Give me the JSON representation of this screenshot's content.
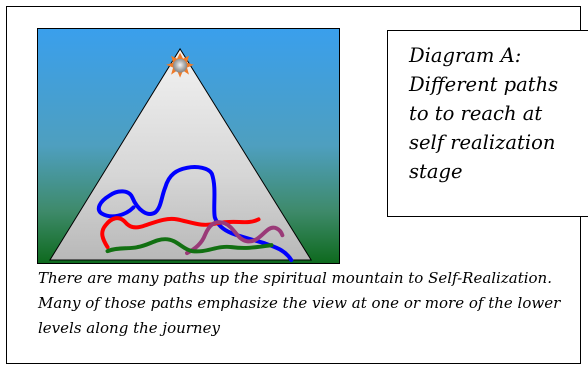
{
  "diagram": {
    "caption": "Diagram A: Different paths to to reach at self realization stage",
    "description": "There are many paths up the spiritual mountain to Self-Realization. Many of those paths emphasize the view at one or more of the lower levels along the journey",
    "colors": {
      "sky_top": "#3aa0ea",
      "sky_middle": "#4fa0b8",
      "ground_bottom": "#0f6a20",
      "mountain_fill": "#c8c8c8",
      "sun": "#ee7a28",
      "path_blue": "#0000ff",
      "path_red": "#ff0000",
      "path_purple": "#9a3a78",
      "path_green": "#127012"
    },
    "icons": [
      "mountain",
      "sun",
      "paths"
    ]
  }
}
